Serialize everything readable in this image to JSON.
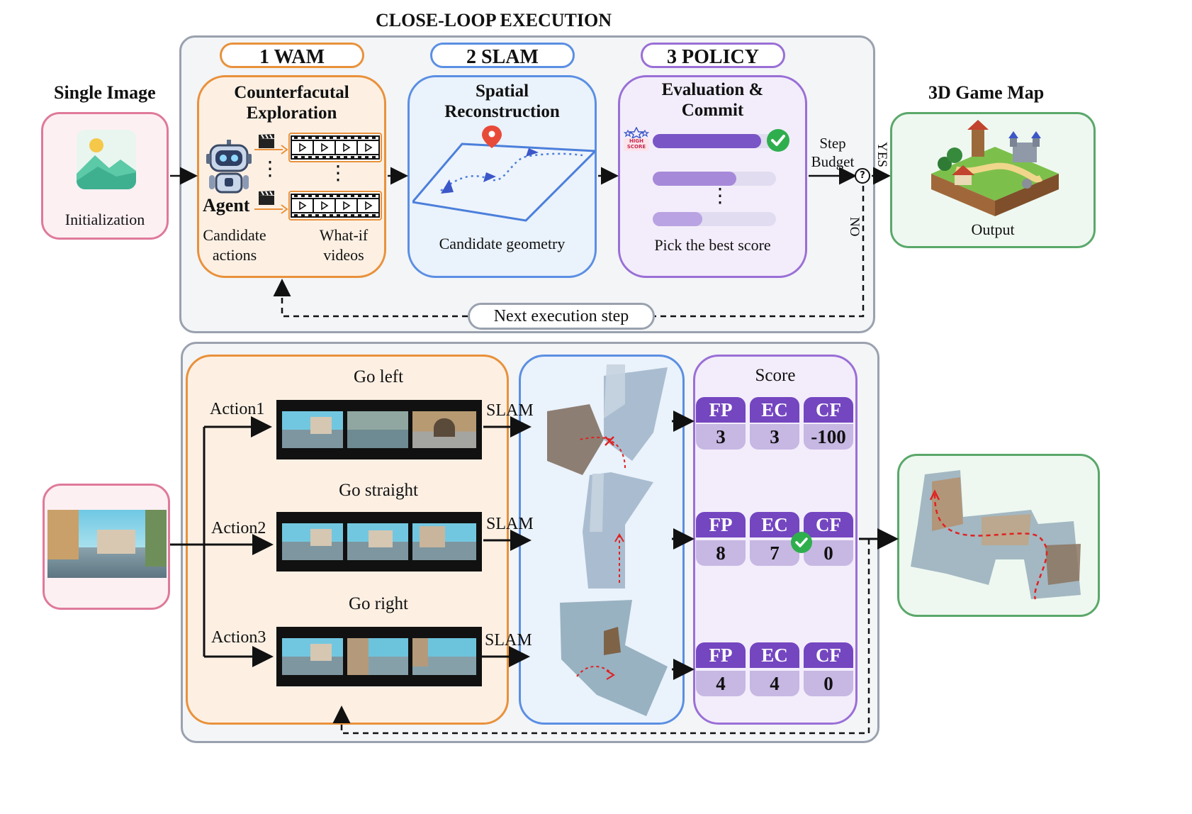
{
  "colors": {
    "wam": "#e9913b",
    "slam": "#5b8fe3",
    "policy": "#9a6fd6",
    "input": "#de7a9a",
    "output": "#5aa86a",
    "score_header": "#7446c0",
    "score_value": "#c7b7e3",
    "outer_border": "#9aa1ae",
    "dashed": "#111111"
  },
  "top": {
    "title": "CLOSE-LOOP EXECUTION",
    "input": {
      "heading": "Single Image",
      "caption": "Initialization",
      "icon": "image-icon"
    },
    "stages": [
      {
        "pill": "1 WAM",
        "title_line1": "Counterfacutal",
        "title_line2": "Exploration",
        "agent_label": "Agent",
        "left_caption_1": "Candidate",
        "left_caption_2": "actions",
        "right_caption_1": "What-if",
        "right_caption_2": "videos",
        "dots": "⋮"
      },
      {
        "pill": "2 SLAM",
        "title_line1": "Spatial",
        "title_line2": "Reconstruction",
        "caption": "Candidate geometry"
      },
      {
        "pill": "3 POLICY",
        "title_line1": "Evaluation &",
        "title_line2": "Commit",
        "badge_line1": "HIGH",
        "badge_line2": "SCORE",
        "caption": "Pick the best score",
        "dots": "⋮",
        "bars": [
          0.88,
          0.68,
          0.4
        ]
      }
    ],
    "decision": {
      "label_line1": "Step",
      "label_line2": "Budget",
      "symbol": "?",
      "yes": "YES",
      "no": "NO"
    },
    "loop_label": "Next execution step",
    "output": {
      "heading": "3D Game Map",
      "caption": "Output",
      "icon": "game-map-icon"
    }
  },
  "bottom": {
    "actions": [
      {
        "action": "Action1",
        "title": "Go left",
        "slam": "SLAM",
        "scores": {
          "FP": "3",
          "EC": "3",
          "CF": "-100"
        },
        "selected": false
      },
      {
        "action": "Action2",
        "title": "Go straight",
        "slam": "SLAM",
        "scores": {
          "FP": "8",
          "EC": "7",
          "CF": "0"
        },
        "selected": true
      },
      {
        "action": "Action3",
        "title": "Go right",
        "slam": "SLAM",
        "scores": {
          "FP": "4",
          "EC": "4",
          "CF": "0"
        },
        "selected": false
      }
    ],
    "score_title": "Score",
    "score_headers": [
      "FP",
      "EC",
      "CF"
    ]
  }
}
